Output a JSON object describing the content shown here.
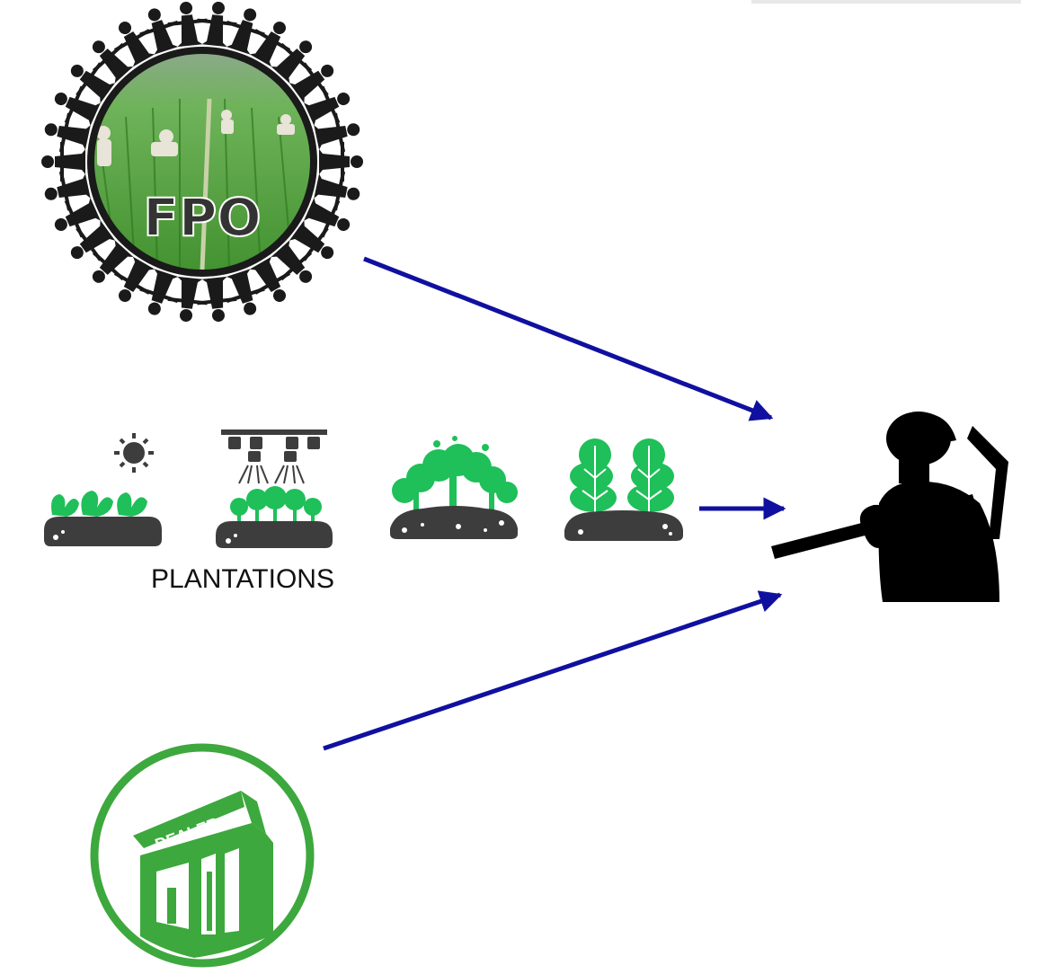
{
  "fpo": {
    "label": "FPO",
    "ring_color": "#1a1a1a",
    "field_color": "#4fa83d"
  },
  "plantations": {
    "label": "PLANTATIONS",
    "plant_color": "#1fbf5a",
    "soil_color": "#3d3d3d",
    "icons": [
      "seedling-sun-icon",
      "sprinkler-seedling-icon",
      "bush-icon",
      "tree-crop-icon"
    ]
  },
  "farmer": {
    "icon": "farmer-silhouette-icon",
    "color": "#000000"
  },
  "dealer": {
    "label": "DEALER",
    "color": "#3da83d"
  },
  "arrows": {
    "color": "#1010a0"
  }
}
